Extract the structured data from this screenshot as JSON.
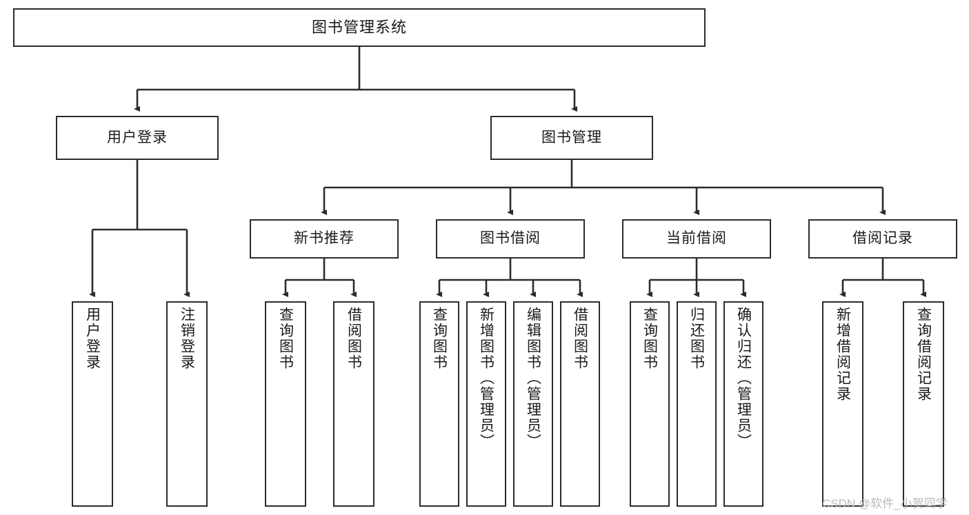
{
  "diagram": {
    "title": "图书管理系统",
    "type": "tree-hierarchy-diagram",
    "colors": {
      "box_border": "#2b2b2b",
      "box_fill": "#ffffff",
      "edge": "#2b2b2b",
      "text": "#1a1a1a",
      "watermark": "#b9b9b9"
    }
  },
  "nodes": {
    "root": {
      "label": "图书管理系统"
    },
    "level2": [
      {
        "label": "用户登录"
      },
      {
        "label": "图书管理"
      }
    ],
    "level3": [
      {
        "label": "新书推荐"
      },
      {
        "label": "图书借阅"
      },
      {
        "label": "当前借阅"
      },
      {
        "label": "借阅记录"
      }
    ],
    "leaves_user_login": [
      {
        "label": "用户登录"
      },
      {
        "label": "注销登录"
      }
    ],
    "leaves_new_book": [
      {
        "label": "查询图书"
      },
      {
        "label": "借阅图书"
      }
    ],
    "leaves_book_borrow": [
      {
        "label": "查询图书"
      },
      {
        "label": "新增图书（管理员）"
      },
      {
        "label": "编辑图书（管理员）"
      },
      {
        "label": "借阅图书"
      }
    ],
    "leaves_current_borrow": [
      {
        "label": "查询图书"
      },
      {
        "label": "归还图书"
      },
      {
        "label": "确认归还（管理员）"
      }
    ],
    "leaves_borrow_record": [
      {
        "label": "新增借阅记录"
      },
      {
        "label": "查询借阅记录"
      }
    ]
  },
  "watermark": {
    "text": "CSDN @软件_小贺同学"
  }
}
